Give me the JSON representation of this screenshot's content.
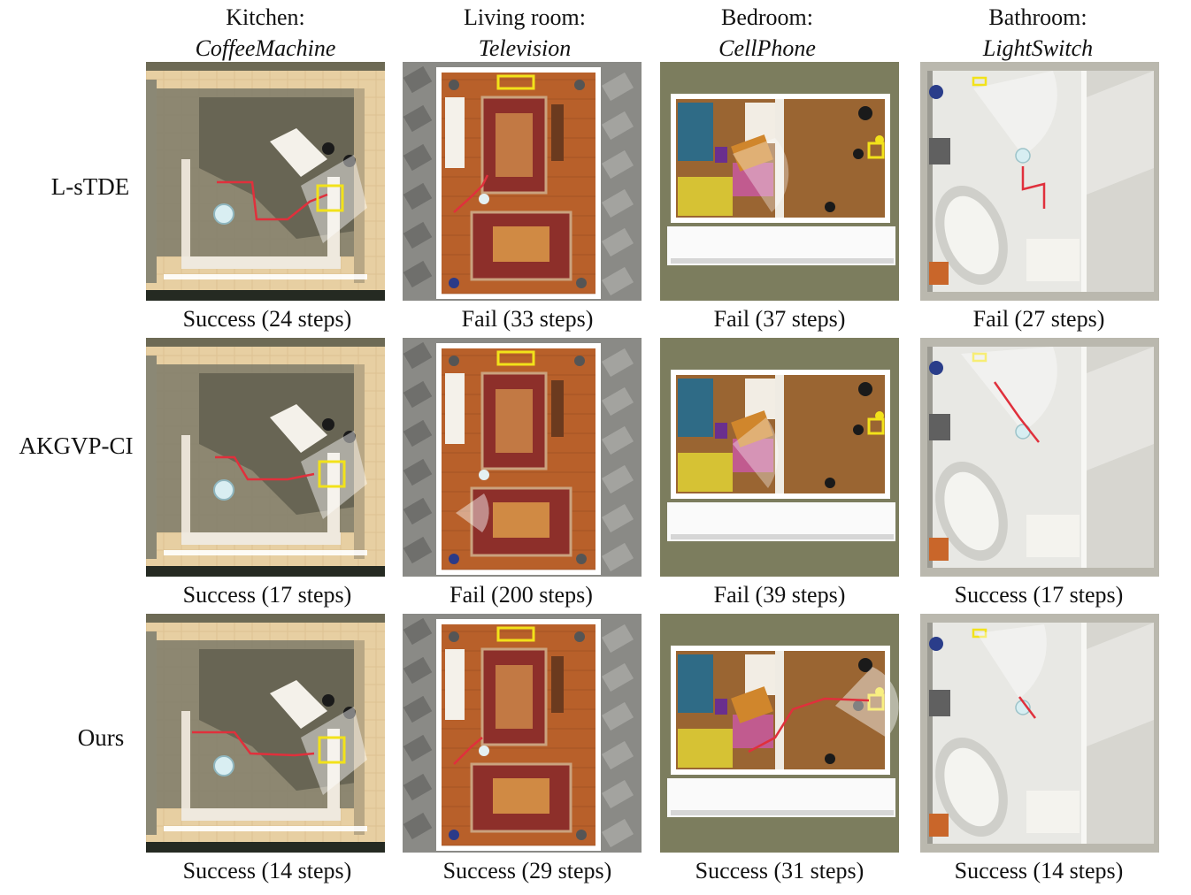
{
  "columns": [
    {
      "room": "Kitchen:",
      "target": "CoffeeMachine",
      "scene": "kitchen"
    },
    {
      "room": "Living room:",
      "target": "Television",
      "scene": "living"
    },
    {
      "room": "Bedroom:",
      "target": "CellPhone",
      "scene": "bedroom"
    },
    {
      "room": "Bathroom:",
      "target": "LightSwitch",
      "scene": "bathroom"
    }
  ],
  "rows": [
    {
      "method": "L-sTDE",
      "results": [
        "Success (24 steps)",
        "Fail (33 steps)",
        "Fail (37 steps)",
        "Fail (27 steps)"
      ]
    },
    {
      "method": "AKGVP-CI",
      "results": [
        "Success (17 steps)",
        "Fail (200 steps)",
        "Fail (39 steps)",
        "Success (17 steps)"
      ]
    },
    {
      "method": "Ours",
      "results": [
        "Success (14 steps)",
        "Success (29 steps)",
        "Success (31 steps)",
        "Success (14 steps)"
      ]
    }
  ],
  "colors": {
    "trajectory": "#e0303c",
    "target_box": "#f2e21a",
    "kitchen_floor": "#e7cfa2",
    "living_floor": "#b8602a",
    "bedroom_floor": "#9a6532",
    "bathroom_floor": "#e8e8e4"
  }
}
